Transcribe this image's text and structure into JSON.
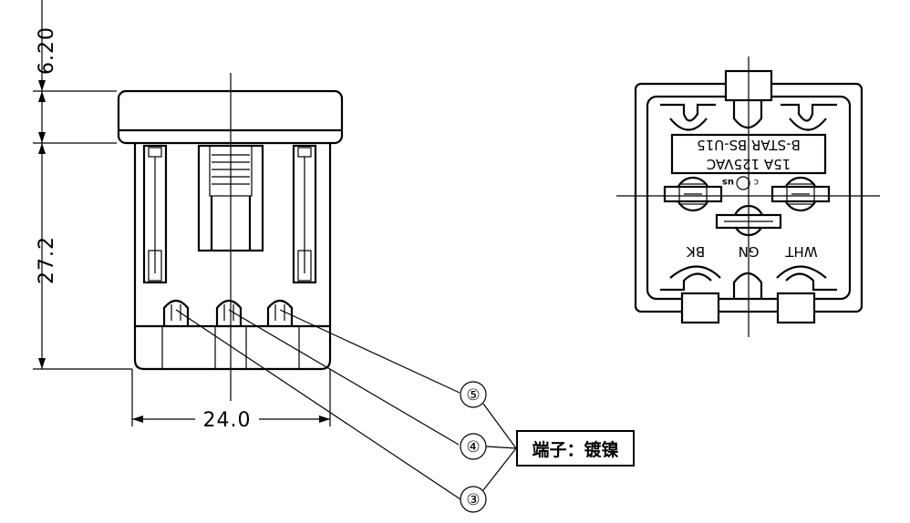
{
  "dimensions": {
    "top_height": "6.20",
    "body_height": "27.2",
    "width": "24.0"
  },
  "callouts": {
    "pins": [
      "⑤",
      "④",
      "③"
    ],
    "note": "端子：镀镍"
  },
  "product_label": {
    "line1": "15A 125VAC",
    "line2": "B-STAR BS-U15",
    "cert_left": "c",
    "cert_right": "us"
  },
  "terminal_labels": {
    "left": "BK",
    "center": "GN",
    "right": "WHT"
  }
}
